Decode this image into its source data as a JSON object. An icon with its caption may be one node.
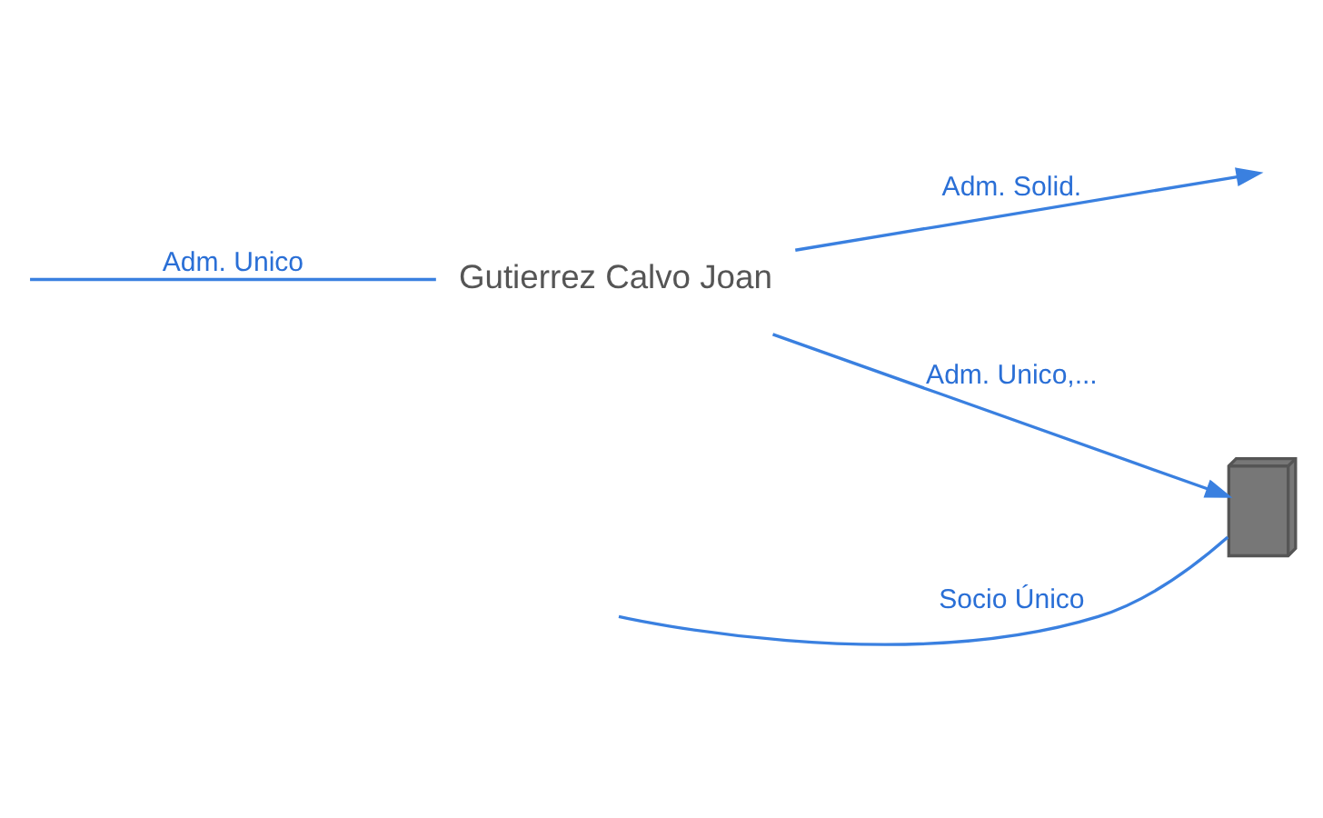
{
  "diagram": {
    "nodes": [
      {
        "text": [],
        "shape": "building"
      },
      {
        "text": [
          "Gutierrez Calvo Joan"
        ]
      }
    ],
    "edges": [
      {
        "from": null,
        "to": 0,
        "arrow": "none",
        "label": "Socio Único"
      },
      {
        "from": 1,
        "to": 0,
        "arrow": "to",
        "label": "Adm. Unico,..."
      },
      {
        "from": 1,
        "to": null,
        "arrow": "to",
        "label": "Adm. Solid."
      },
      {
        "from": null,
        "to": 1,
        "arrow": "none",
        "label": "Adm. Unico"
      }
    ]
  }
}
